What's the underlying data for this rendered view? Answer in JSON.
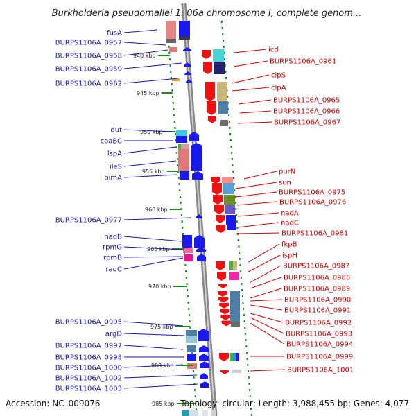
{
  "title": "Burkholderia pseudomallei 1106a chromosome I, complete genom...",
  "footer": {
    "accession": "Accession: NC_009076",
    "stats": "Topology: circular; Length: 3,988,455 bp; Genes: 4,077"
  },
  "colors": {
    "left_label": "#1515b0",
    "right_label": "#cc0000",
    "gene_blue": "#1a1aee",
    "gene_red": "#ee1111",
    "tick": "#1a8c1a",
    "backbone": "#9a9a9a"
  },
  "scale_marks": [
    "940 kbp",
    "945 kbp",
    "950 kbp",
    "955 kbp",
    "960 kbp",
    "965 kbp",
    "970 kbp",
    "975 kbp",
    "980 kbp",
    "985 kbp"
  ],
  "left_genes": [
    "fusA",
    "BURPS1106A_0957",
    "BURPS1106A_0958",
    "BURPS1106A_0959",
    "BURPS1106A_0962",
    "dut",
    "coaBC",
    "lspA",
    "ileS",
    "bimA",
    "BURPS1106A_0977",
    "nadB",
    "rpmG",
    "rpmB",
    "radC",
    "BURPS1106A_0995",
    "argD",
    "BURPS1106A_0997",
    "BURPS1106A_0998",
    "BURPS1106A_1000",
    "BURPS1106A_1002",
    "BURPS1106A_1003"
  ],
  "right_genes": [
    "icd",
    "BURPS1106A_0961",
    "clpS",
    "clpA",
    "BURPS1106A_0965",
    "BURPS1106A_0966",
    "BURPS1106A_0967",
    "purN",
    "sun",
    "BURPS1106A_0975",
    "BURPS1106A_0976",
    "nadA",
    "nadC",
    "BURPS1106A_0981",
    "fkpB",
    "ispH",
    "BURPS1106A_0987",
    "BURPS1106A_0988",
    "BURPS1106A_0989",
    "BURPS1106A_0990",
    "BURPS1106A_0991",
    "BURPS1106A_0992",
    "BURPS1106A_0993",
    "BURPS1106A_0994",
    "BURPS1106A_0999",
    "BURPS1106A_1001"
  ]
}
